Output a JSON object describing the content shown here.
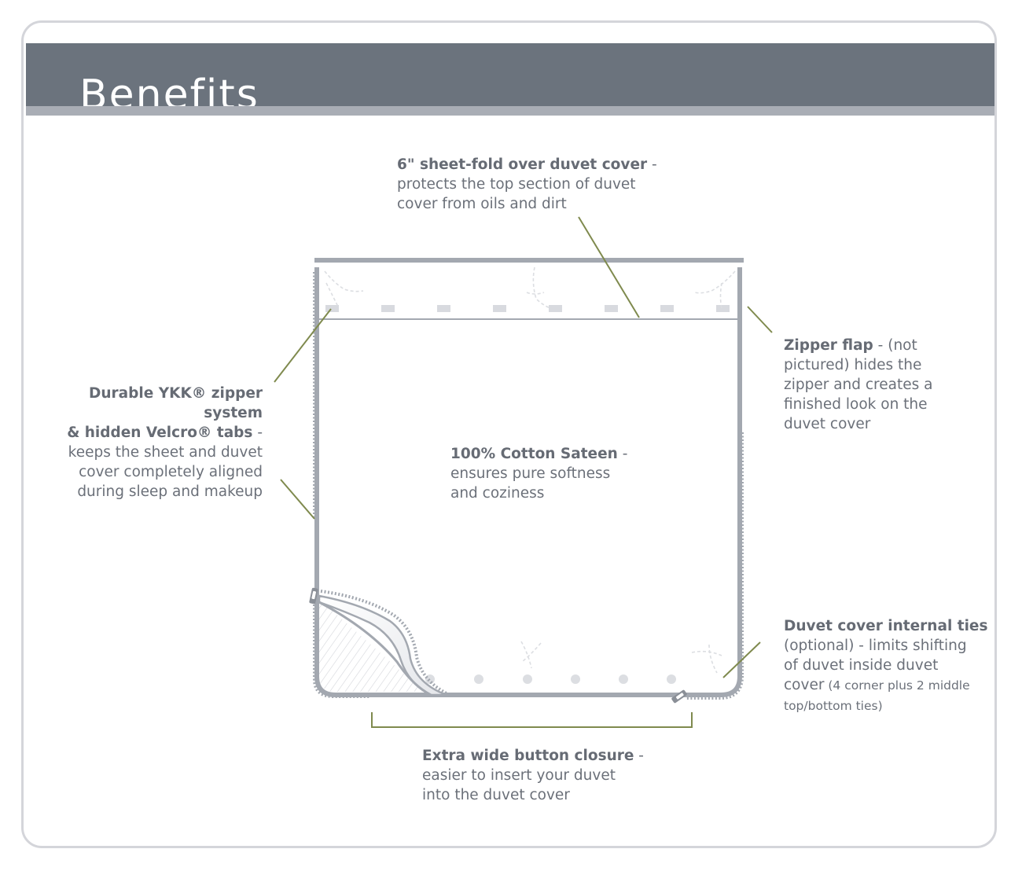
{
  "header": {
    "title": "Benefits"
  },
  "callouts": {
    "sheet_fold": {
      "bold": "6\" sheet-fold over duvet cover",
      "rest_1": " - protects the top section of duvet",
      "rest_2": "cover from oils and dirt"
    },
    "zipper_flap": {
      "bold": "Zipper flap",
      "rest_1": " - (not",
      "rest_2": "pictured) hides the",
      "rest_3": "zipper and creates a",
      "rest_4": "finished look on the",
      "rest_5": "duvet cover"
    },
    "ykk": {
      "bold_1": "Durable YKK® zipper system",
      "bold_2": "& hidden Velcro® tabs",
      "dash": " -",
      "rest_1": "keeps the sheet and duvet",
      "rest_2": "cover completely aligned",
      "rest_3": "during sleep and makeup"
    },
    "cotton": {
      "bold": "100% Cotton Sateen",
      "dash": " -",
      "rest_1": "ensures pure softness",
      "rest_2": "and coziness"
    },
    "ties": {
      "bold": "Duvet cover internal ties",
      "rest_1": "(optional) - limits shifting",
      "rest_2": "of duvet inside duvet",
      "rest_3": "cover",
      "small_1": " (4 corner plus 2 middle",
      "small_2": "top/bottom ties)"
    },
    "button": {
      "bold": "Extra wide button closure",
      "dash": " -",
      "rest_1": "easier to insert your duvet",
      "rest_2": "into the duvet cover"
    }
  },
  "colors": {
    "header": "#6b737d",
    "header_band": "#a9adb5",
    "outline": "#a3a8b0",
    "leader": "#7f8a4e",
    "text": "#6b7079"
  }
}
